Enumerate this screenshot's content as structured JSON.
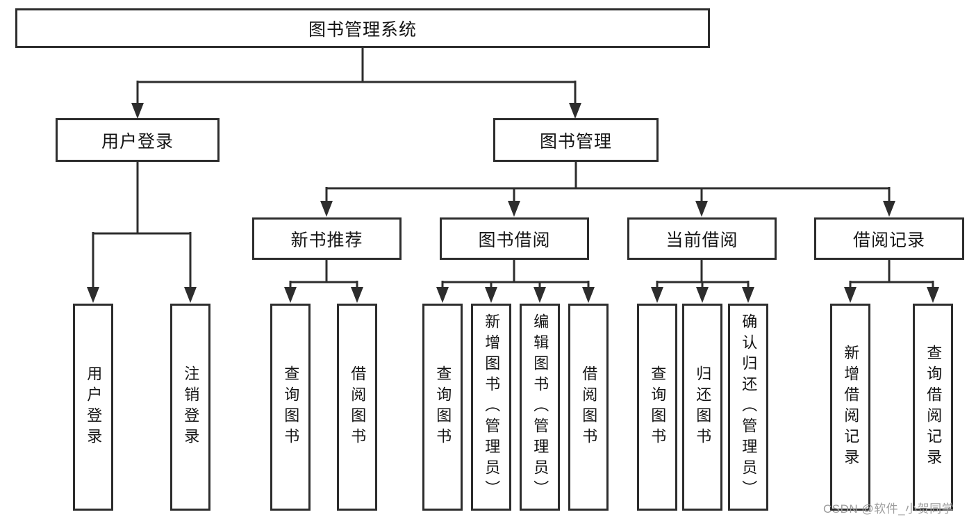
{
  "tree": {
    "label": "图书管理系统",
    "children": [
      {
        "label": "用户登录",
        "children": [
          {
            "label": "用户登录"
          },
          {
            "label": "注销登录"
          }
        ]
      },
      {
        "label": "图书管理",
        "children": [
          {
            "label": "新书推荐",
            "children": [
              {
                "label": "查询图书"
              },
              {
                "label": "借阅图书"
              }
            ]
          },
          {
            "label": "图书借阅",
            "children": [
              {
                "label": "查询图书"
              },
              {
                "label": "新增图书（管理员）"
              },
              {
                "label": "编辑图书（管理员）"
              },
              {
                "label": "借阅图书"
              }
            ]
          },
          {
            "label": "当前借阅",
            "children": [
              {
                "label": "查询图书"
              },
              {
                "label": "归还图书"
              },
              {
                "label": "确认归还（管理员）"
              }
            ]
          },
          {
            "label": "借阅记录",
            "children": [
              {
                "label": "新增借阅记录"
              },
              {
                "label": "查询借阅记录"
              }
            ]
          }
        ]
      }
    ]
  },
  "watermark": {
    "text": "CSDN @软件_小贺同学"
  },
  "colors": {
    "line": "#2d2d2d",
    "box_border": "#2d2d2d",
    "text": "#141414",
    "watermark": "#9c9c9c",
    "background": "#ffffff"
  }
}
